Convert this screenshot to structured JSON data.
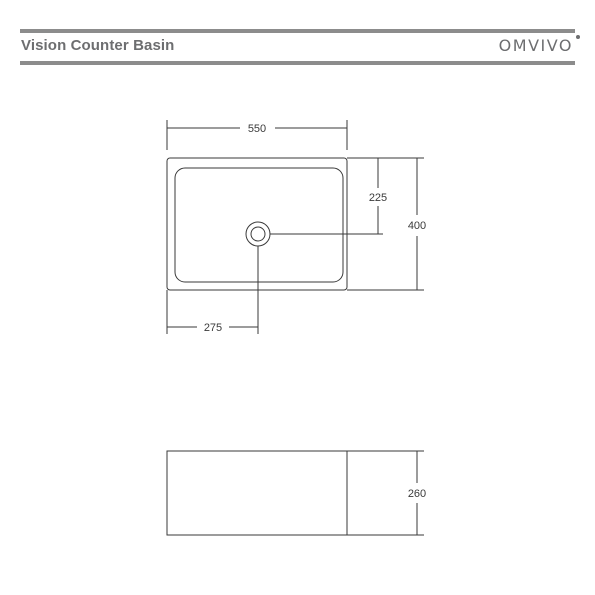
{
  "header": {
    "title": "Vision Counter Basin",
    "logo": "OMVIVO"
  },
  "drawing": {
    "top_view": {
      "width": "550",
      "depth": "400",
      "waste_offset_y": "225",
      "waste_offset_x": "275"
    },
    "side_view": {
      "height": "260"
    }
  }
}
